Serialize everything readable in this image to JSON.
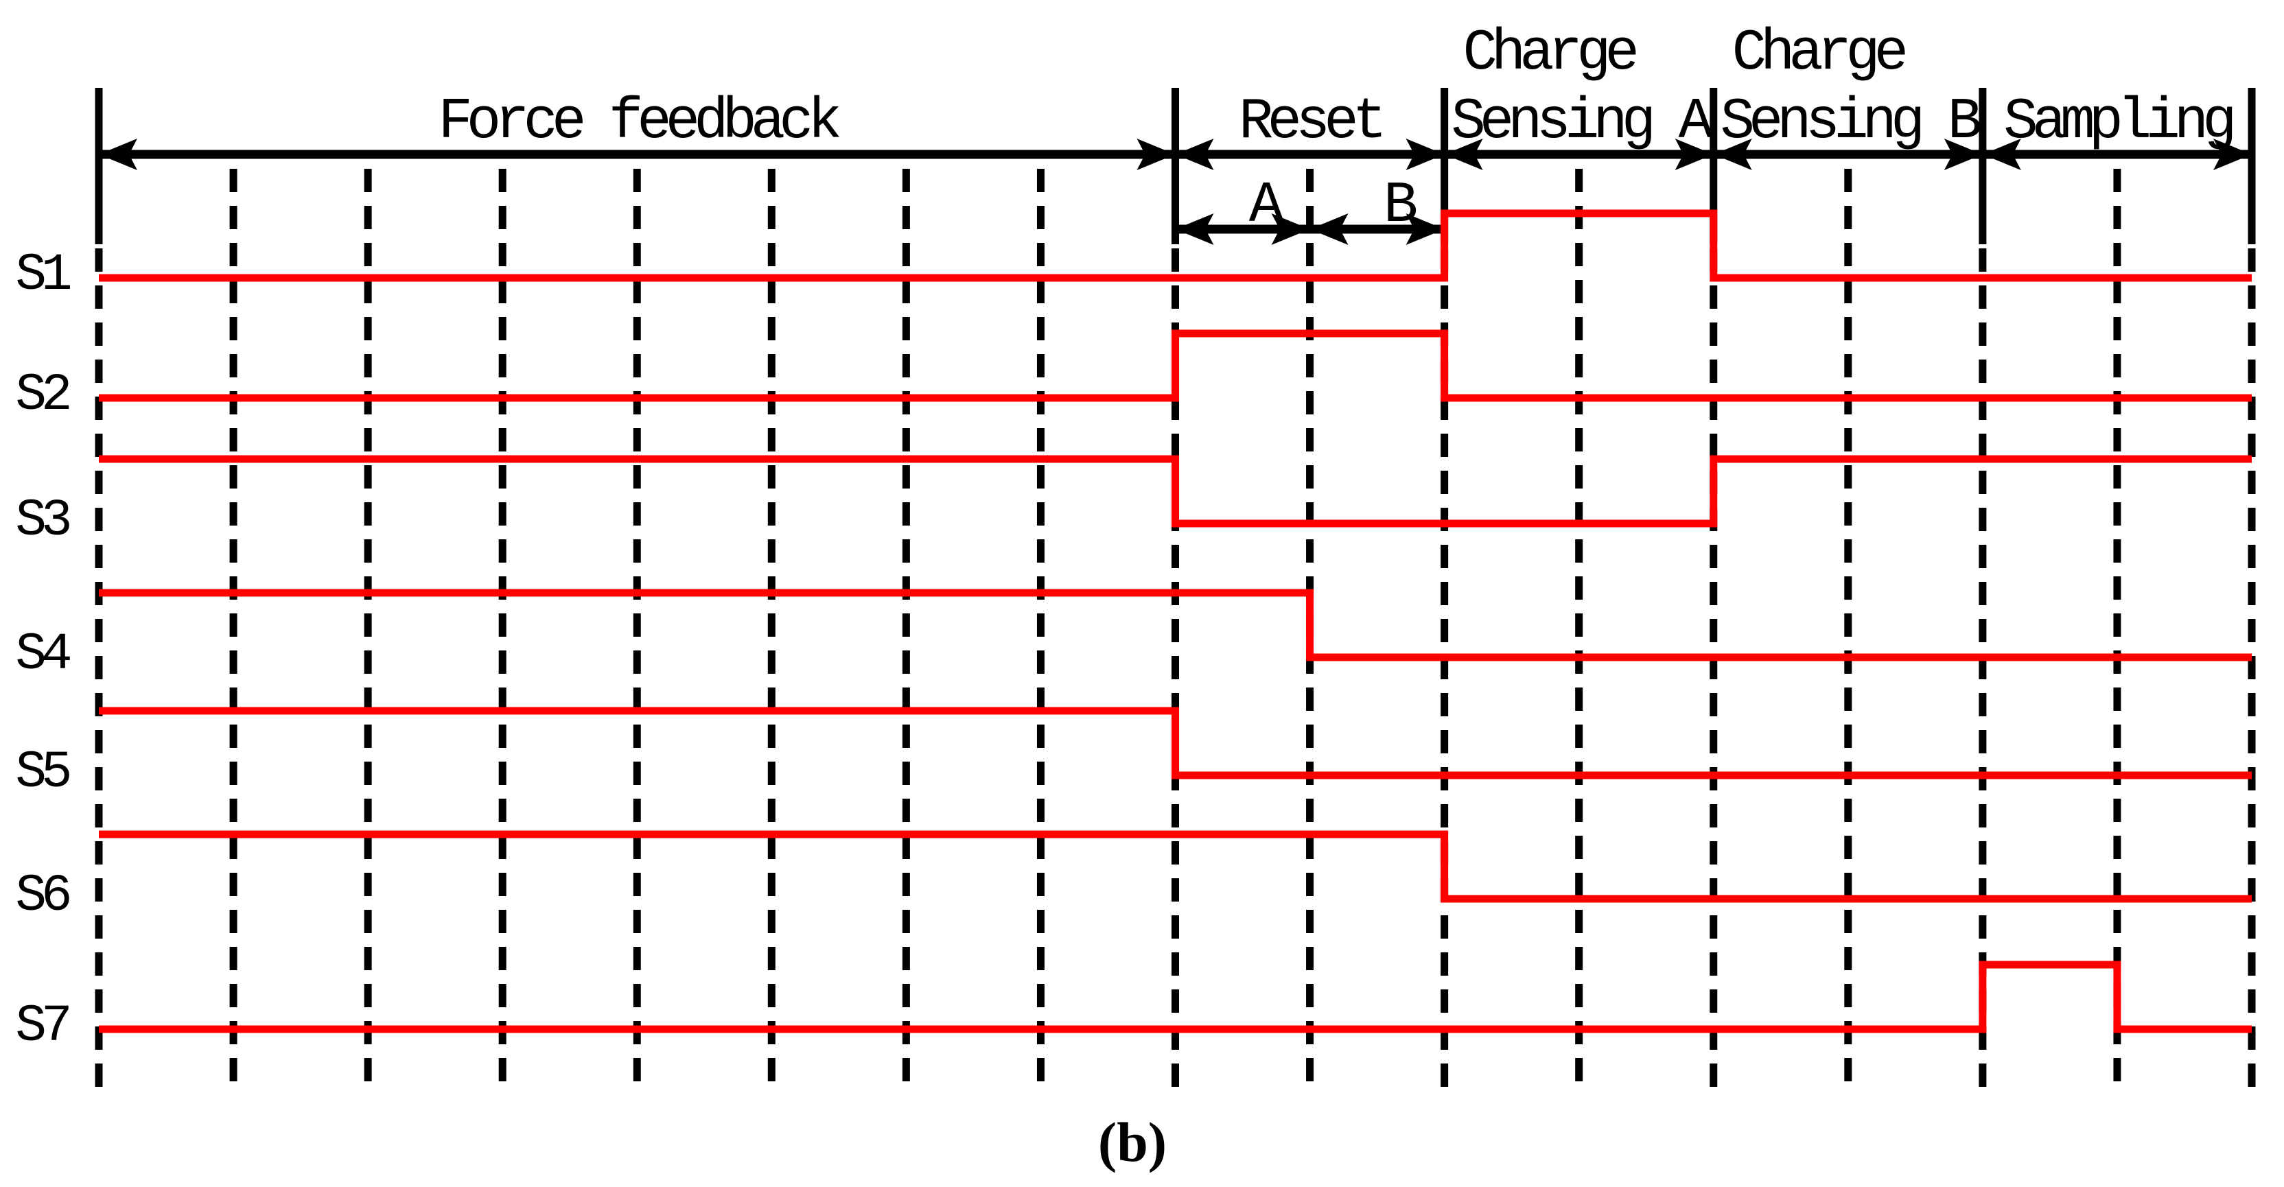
{
  "figure": {
    "caption": "(b)",
    "background": "#ffffff"
  },
  "colors": {
    "signal": "#ff0000",
    "line": "#000000"
  },
  "chart_data": {
    "type": "timing-diagram",
    "x_axis": {
      "intervals": 16,
      "boundaries_at": [
        0,
        8,
        10,
        12,
        14,
        16
      ],
      "gridlines": "dashed at every interval"
    },
    "phases": [
      {
        "label": [
          "Force feedback"
        ],
        "from": 0,
        "to": 8
      },
      {
        "label": [
          "Reset"
        ],
        "from": 8,
        "to": 10,
        "sub": [
          {
            "label": "A",
            "from": 8,
            "to": 9
          },
          {
            "label": "B",
            "from": 9,
            "to": 10
          }
        ]
      },
      {
        "label": [
          "Charge",
          "Sensing A"
        ],
        "from": 10,
        "to": 12
      },
      {
        "label": [
          "Charge",
          "Sensing B"
        ],
        "from": 12,
        "to": 14
      },
      {
        "label": [
          "Sampling"
        ],
        "from": 14,
        "to": 16
      }
    ],
    "signals": [
      {
        "name": "S1",
        "levels": [
          {
            "v": 0,
            "from": 0,
            "to": 10
          },
          {
            "v": 1,
            "from": 10,
            "to": 12
          },
          {
            "v": 0,
            "from": 12,
            "to": 16
          }
        ]
      },
      {
        "name": "S2",
        "levels": [
          {
            "v": 0,
            "from": 0,
            "to": 8
          },
          {
            "v": 1,
            "from": 8,
            "to": 10
          },
          {
            "v": 0,
            "from": 10,
            "to": 16
          }
        ]
      },
      {
        "name": "S3",
        "levels": [
          {
            "v": 1,
            "from": 0,
            "to": 8
          },
          {
            "v": 0,
            "from": 8,
            "to": 12
          },
          {
            "v": 1,
            "from": 12,
            "to": 16
          }
        ]
      },
      {
        "name": "S4",
        "levels": [
          {
            "v": 1,
            "from": 0,
            "to": 9
          },
          {
            "v": 0,
            "from": 9,
            "to": 16
          }
        ]
      },
      {
        "name": "S5",
        "levels": [
          {
            "v": 1,
            "from": 0,
            "to": 8
          },
          {
            "v": 0,
            "from": 8,
            "to": 16
          }
        ]
      },
      {
        "name": "S6",
        "levels": [
          {
            "v": 1,
            "from": 0,
            "to": 10
          },
          {
            "v": 0,
            "from": 10,
            "to": 16
          }
        ]
      },
      {
        "name": "S7",
        "levels": [
          {
            "v": 0,
            "from": 0,
            "to": 14
          },
          {
            "v": 1,
            "from": 14,
            "to": 15
          },
          {
            "v": 0,
            "from": 15,
            "to": 16
          }
        ]
      }
    ]
  }
}
